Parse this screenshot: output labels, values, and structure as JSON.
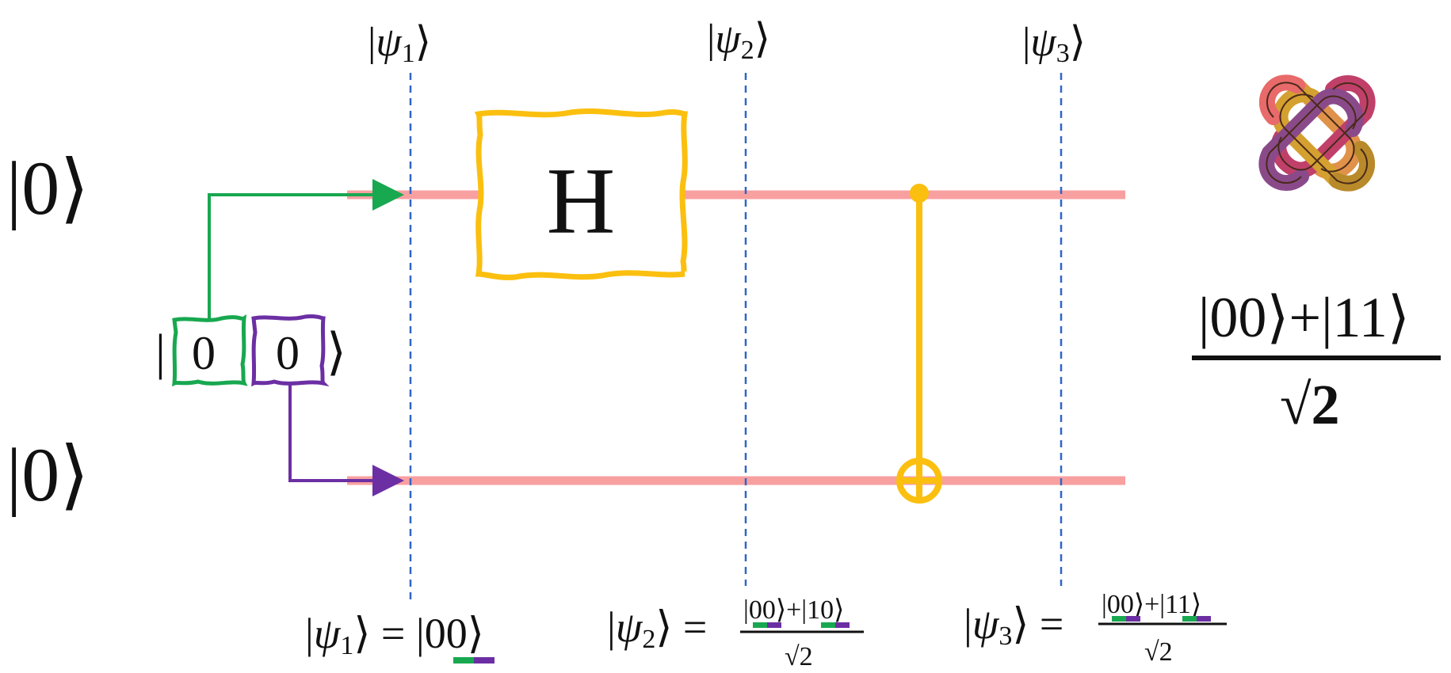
{
  "qubits": {
    "input_top": "|0⟩",
    "input_bottom": "|0⟩",
    "register_left": "0",
    "register_right": "0"
  },
  "gates": {
    "hadamard_label": "H"
  },
  "slices": [
    {
      "label_psi": "ψ",
      "label_sub": "1"
    },
    {
      "label_psi": "ψ",
      "label_sub": "2"
    },
    {
      "label_psi": "ψ",
      "label_sub": "3"
    }
  ],
  "states": {
    "psi1_rhs": "00",
    "psi2_num_a": "00",
    "psi2_num_b": "10",
    "psi2_den": "2",
    "psi3_num_a": "00",
    "psi3_num_b": "11",
    "psi3_den": "2"
  },
  "output": {
    "numerator_a": "00",
    "numerator_b": "11",
    "denominator": "2"
  },
  "colors": {
    "wire": "#f8a0a0",
    "gate": "#fbbf0f",
    "green": "#18a850",
    "purple": "#6c2fa3",
    "slice": "#2f66c8"
  }
}
